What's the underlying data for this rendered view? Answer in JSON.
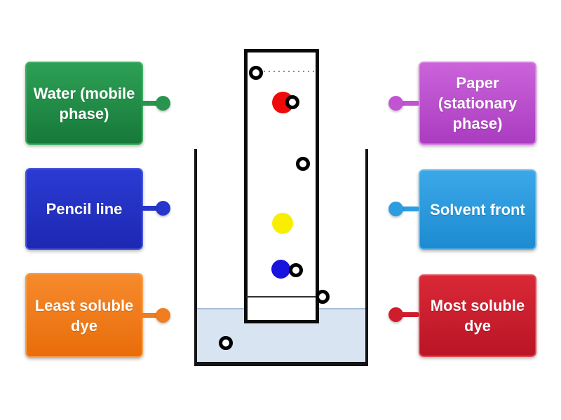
{
  "labels": {
    "left": [
      {
        "text": "Water (mobile phase)",
        "color": "#1f8c44"
      },
      {
        "text": "Pencil line",
        "color": "#2433c9"
      },
      {
        "text": "Least soluble dye",
        "color": "#f0791c"
      }
    ],
    "right": [
      {
        "text": "Paper (stationary phase)",
        "color": "#bf52d2"
      },
      {
        "text": "Solvent front",
        "color": "#2c9ddd"
      },
      {
        "text": "Most soluble dye",
        "color": "#cf1e2d"
      }
    ]
  },
  "diagram": {
    "water_color": "#d9e4f3",
    "water_surface_color": "#a7bbd8",
    "beaker_outline_color": "#141414",
    "paper_strip_fill": "#ffffff",
    "paper_strip_outline": "#0a0a0a",
    "solvent_front_line_color": "#8a8a8a",
    "pencil_line_color": "#2f2f2f",
    "dye_spots": [
      {
        "name": "red-dye-spot",
        "color": "#ee0a0a"
      },
      {
        "name": "yellow-dye-spot",
        "color": "#f8ee00"
      },
      {
        "name": "blue-dye-spot",
        "color": "#1a12dd"
      }
    ],
    "anchor_point_count": 6
  }
}
